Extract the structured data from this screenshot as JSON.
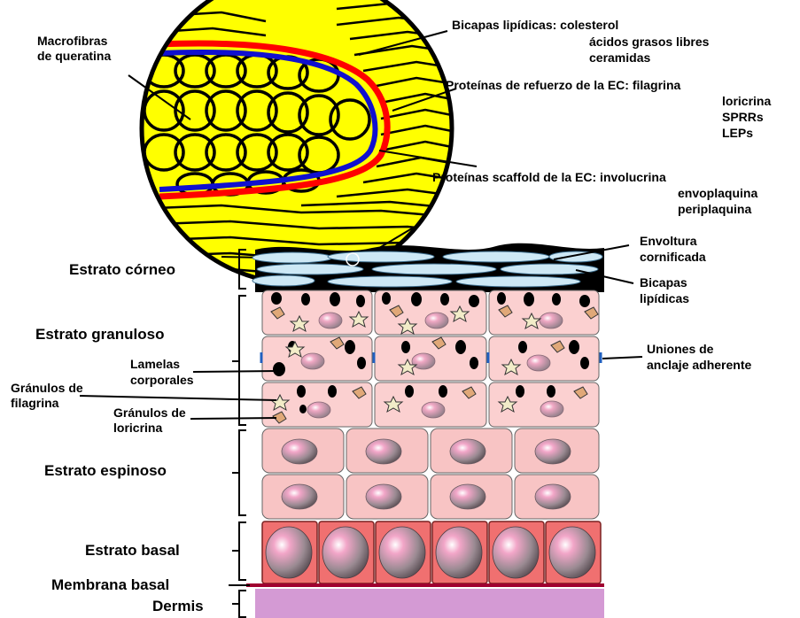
{
  "zoom_labels": {
    "macrofibras_1": "Macrofibras",
    "macrofibras_2": "de queratina",
    "bicapas_head": "Bicapas lipídicas: colesterol",
    "bicapas_2": "ácidos grasos libres",
    "bicapas_3": "ceramidas",
    "refuerzo_head": "Proteínas de refuerzo de la EC: filagrina",
    "refuerzo_2": "loricrina",
    "refuerzo_3": "SPRRs",
    "refuerzo_4": "LEPs",
    "scaffold_head": "Proteínas scaffold de la EC: involucrina",
    "scaffold_2": "envoplaquina",
    "scaffold_3": "periplaquina"
  },
  "layer_labels": {
    "corneo": "Estrato córneo",
    "granuloso": "Estrato granuloso",
    "espinoso": "Estrato espinoso",
    "basal": "Estrato basal",
    "membrana": "Membrana basal",
    "dermis": "Dermis"
  },
  "structure_labels": {
    "lamelas_1": "Lamelas",
    "lamelas_2": "corporales",
    "filagrina_1": "Gránulos de",
    "filagrina_2": "filagrina",
    "loricrina_1": "Gránulos de",
    "loricrina_2": "loricrina",
    "envoltura_1": "Envoltura",
    "envoltura_2": "cornificada",
    "bicapas_1": "Bicapas",
    "bicapas_2": "lipídicas",
    "uniones_1": "Uniones de",
    "uniones_2": "anclaje adherente"
  },
  "colors": {
    "zoom_fill": "#ffff00",
    "protein_red": "#ff0000",
    "protein_blue": "#1010d0",
    "granular_cell": "#fbd0d0",
    "spinous_cell": "#f8b8b8",
    "basal_cell": "#f07070",
    "membrane": "#a00030",
    "dermis": "#d49ad4",
    "corneocyte": "#cde8f5",
    "nucleus": "#c08090"
  }
}
